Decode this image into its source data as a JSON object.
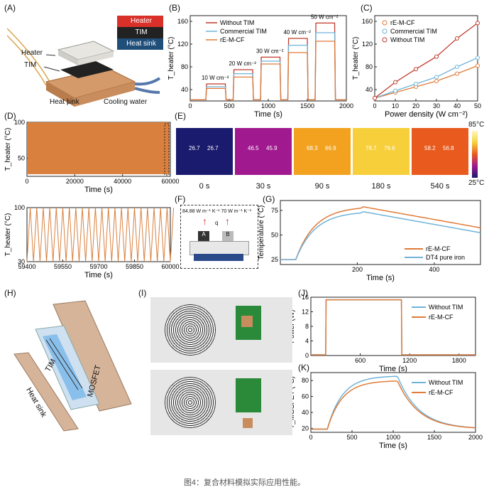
{
  "panel_letters": {
    "A": "(A)",
    "B": "(B)",
    "C": "(C)",
    "D": "(D)",
    "E": "(E)",
    "F": "(F)",
    "G": "(G)",
    "H": "(H)",
    "I": "(I)",
    "J": "(J)",
    "K": "(K)"
  },
  "panelA": {
    "stack": [
      "Heater",
      "TIM",
      "Heat sink"
    ],
    "labels": {
      "heater": "Heater",
      "tim": "TIM",
      "heatsink": "Heat sink",
      "cooling": "Cooling water"
    },
    "colors": {
      "heater": "#d9302a",
      "tim": "#222222",
      "heatsink": "#1f4e79"
    }
  },
  "panelE": {
    "times": [
      "0 s",
      "30 s",
      "90 s",
      "180 s",
      "540 s"
    ],
    "values": [
      [
        "26.7",
        "26.7"
      ],
      [
        "46.5",
        "45.9"
      ],
      [
        "68.3",
        "66.9"
      ],
      [
        "78.7",
        "76.6"
      ],
      [
        "58.2",
        "56.8"
      ]
    ],
    "colorbar_max": "85°C",
    "colorbar_min": "25°C",
    "colors": [
      "#1a1a6e",
      "#a0198f",
      "#f2a21f",
      "#f7cf3a",
      "#e85a1e"
    ]
  },
  "panelF": {
    "left": "84.88 W m⁻¹ K⁻¹",
    "right": "70 W m⁻¹ K⁻¹",
    "q": "q",
    "a": "A",
    "b": "B"
  },
  "panelH": {
    "tim": "TIM",
    "heatsink": "Heat sink",
    "mosfet": "MOSFET"
  },
  "caption": "图4：复合材料模拟实际应用性能。",
  "chart_data": [
    {
      "id": "B",
      "type": "line",
      "xlabel": "Time (s)",
      "ylabel": "T_heater (°C)",
      "xlim": [
        0,
        2000
      ],
      "ylim": [
        20,
        170
      ],
      "xticks": [
        0,
        500,
        1000,
        1500,
        2000
      ],
      "yticks": [
        40,
        80,
        120,
        160
      ],
      "series": [
        {
          "name": "Without TIM",
          "color": "#c0392b"
        },
        {
          "name": "Commercial TIM",
          "color": "#6fb3d9"
        },
        {
          "name": "rE-M-CF",
          "color": "#e07b39"
        }
      ],
      "annotations": [
        "10 W cm⁻²",
        "20 W cm⁻²",
        "30 W cm⁻²",
        "40 W cm⁻²",
        "50 W cm⁻²"
      ],
      "steps": {
        "Without TIM": [
          50,
          75,
          97,
          130,
          157
        ],
        "Commercial TIM": [
          45,
          68,
          90,
          118,
          140
        ],
        "rE-M-CF": [
          42,
          62,
          85,
          105,
          125
        ]
      }
    },
    {
      "id": "C",
      "type": "line",
      "xlabel": "Power density (W cm⁻²)",
      "ylabel": "T_heater (°C)",
      "xlim": [
        0,
        50
      ],
      "ylim": [
        20,
        170
      ],
      "xticks": [
        0,
        10,
        20,
        30,
        40,
        50
      ],
      "yticks": [
        40,
        80,
        120,
        160
      ],
      "x": [
        0,
        10,
        20,
        30,
        40,
        50
      ],
      "series": [
        {
          "name": "rE-M-CF",
          "color": "#e07b39",
          "values": [
            25,
            35,
            45,
            55,
            68,
            82
          ]
        },
        {
          "name": "Commercial TIM",
          "color": "#6fb3d9",
          "values": [
            25,
            38,
            50,
            62,
            80,
            96
          ]
        },
        {
          "name": "Without TIM",
          "color": "#c0392b",
          "values": [
            25,
            53,
            76,
            98,
            130,
            157
          ]
        }
      ]
    },
    {
      "id": "D1",
      "type": "area",
      "xlabel": "Time (s)",
      "ylabel": "T_heater (°C)",
      "xlim": [
        0,
        60000
      ],
      "ylim": [
        25,
        100
      ],
      "xticks": [
        0,
        20000,
        40000,
        60000
      ],
      "yticks": [
        50,
        100
      ]
    },
    {
      "id": "D2",
      "type": "line",
      "xlabel": "Time (s)",
      "ylabel": "T_heater (°C)",
      "xlim": [
        59400,
        60000
      ],
      "ylim": [
        30,
        100
      ],
      "xticks": [
        59400,
        59550,
        59700,
        59850,
        60000
      ],
      "yticks": [
        30,
        100
      ]
    },
    {
      "id": "G",
      "type": "line",
      "xlabel": "Time (s)",
      "ylabel": "Temperature (°C)",
      "xlim": [
        0,
        520
      ],
      "ylim": [
        20,
        85
      ],
      "xticks": [
        200,
        400
      ],
      "yticks": [
        25,
        50,
        75
      ],
      "series": [
        {
          "name": "rE-M-CF",
          "color": "#e07b39"
        },
        {
          "name": "DT4 pure iron",
          "color": "#6fb3d9"
        }
      ]
    },
    {
      "id": "J",
      "type": "line",
      "xlabel": "Time (s)",
      "ylabel": "Power (W)",
      "xlim": [
        0,
        2000
      ],
      "ylim": [
        0,
        16
      ],
      "xticks": [
        600,
        1200,
        1800
      ],
      "yticks": [
        0,
        4,
        8,
        12,
        16
      ],
      "series": [
        {
          "name": "Without TIM",
          "color": "#6fb3d9"
        },
        {
          "name": "rE-M-CF",
          "color": "#e07b39"
        }
      ]
    },
    {
      "id": "K",
      "type": "line",
      "xlabel": "Time (s)",
      "ylabel": "T_MOSFET (°C)",
      "xlim": [
        0,
        2000
      ],
      "ylim": [
        15,
        90
      ],
      "xticks": [
        0,
        500,
        1000,
        1500,
        2000
      ],
      "yticks": [
        20,
        40,
        60,
        80
      ],
      "series": [
        {
          "name": "Without TIM",
          "color": "#6fb3d9"
        },
        {
          "name": "rE-M-CF",
          "color": "#e07b39"
        }
      ]
    }
  ]
}
